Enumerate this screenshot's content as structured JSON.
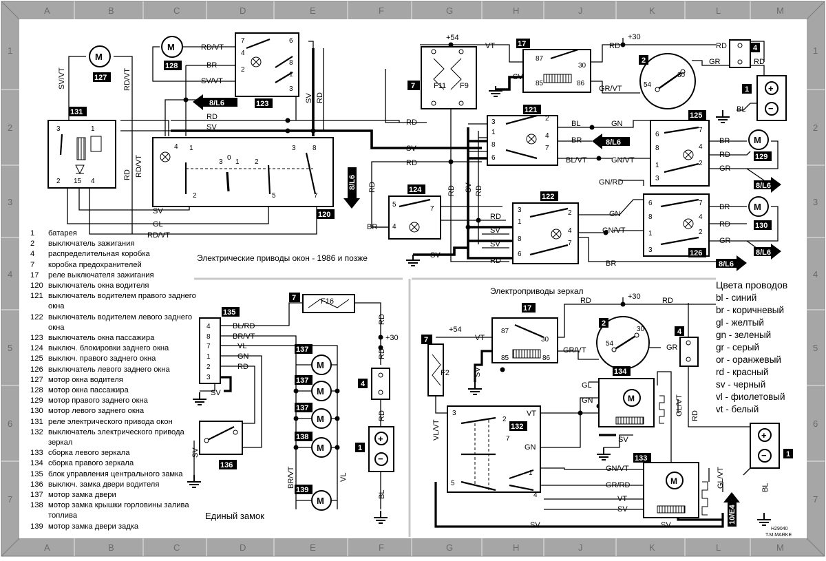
{
  "frame": {
    "columns": [
      "A",
      "B",
      "C",
      "D",
      "E",
      "F",
      "G",
      "H",
      "J",
      "K",
      "L",
      "M"
    ],
    "rows": [
      "1",
      "2",
      "3",
      "4",
      "5",
      "6",
      "7"
    ],
    "frame_color": "#9a9a9a",
    "label_color": "#dcdcdc"
  },
  "captions": {
    "windows": "Электрические приводы окон - 1986 и позже",
    "mirrors": "Электроприводы зеркал",
    "central_lock": "Единый замок",
    "ref_code": "H29040",
    "author": "T.M.MARKE"
  },
  "legend": [
    {
      "num": "1",
      "text": "батарея"
    },
    {
      "num": "2",
      "text": "выключатель зажигания"
    },
    {
      "num": "4",
      "text": "распределительная коробка"
    },
    {
      "num": "7",
      "text": "коробка предохранителей"
    },
    {
      "num": "17",
      "text": "реле выключателя зажигания"
    },
    {
      "num": "120",
      "text": "выключатель окна водителя"
    },
    {
      "num": "121",
      "text": "выключатель водителем правого заднего окна"
    },
    {
      "num": "122",
      "text": "выключатель водителем левого заднего окна"
    },
    {
      "num": "123",
      "text": "выключатель окна пассажира"
    },
    {
      "num": "124",
      "text": "выключ. блокировки заднего окна"
    },
    {
      "num": "125",
      "text": "выключ. правого заднего окна"
    },
    {
      "num": "126",
      "text": "выключатель левого заднего окна"
    },
    {
      "num": "127",
      "text": "мотор окна водителя"
    },
    {
      "num": "128",
      "text": "мотор окна пассажира"
    },
    {
      "num": "129",
      "text": "мотор правого заднего окна"
    },
    {
      "num": "130",
      "text": "мотор левого заднего окна"
    },
    {
      "num": "131",
      "text": "реле электрического привода окон"
    },
    {
      "num": "132",
      "text": "выключатель электрического привода зеркал"
    },
    {
      "num": "133",
      "text": "сборка левого зеркала"
    },
    {
      "num": "134",
      "text": "сборка правого зеркала"
    },
    {
      "num": "135",
      "text": "блок управления центрального замка"
    },
    {
      "num": "136",
      "text": "выключ. замка двери водителя"
    },
    {
      "num": "137",
      "text": "мотор замка двери"
    },
    {
      "num": "138",
      "text": "мотор замка крышки горловины залива топлива"
    },
    {
      "num": "139",
      "text": "мотор замка двери задка"
    }
  ],
  "wire_colors": {
    "heading": "Цвета проводов",
    "items": [
      "bl - синий",
      "br - коричневый",
      "gl - желтый",
      "gn - зеленый",
      "gr - серый",
      "or - оранжевый",
      "rd - красный",
      "sv - черный",
      "vl - фиолетовый",
      "vt - белый"
    ]
  },
  "components": {
    "c1": "1",
    "c2": "2",
    "c4": "4",
    "c7": "7",
    "c17": "17",
    "c120": "120",
    "c121": "121",
    "c122": "122",
    "c123": "123",
    "c124": "124",
    "c125": "125",
    "c126": "126",
    "c127": "127",
    "c128": "128",
    "c129": "129",
    "c130": "130",
    "c131": "131",
    "c132": "132",
    "c133": "133",
    "c134": "134",
    "c135": "135",
    "c136": "136",
    "c137": "137",
    "c138": "138",
    "c139": "139",
    "motor": "M",
    "plus": "+",
    "minus": "−"
  },
  "fuses": {
    "f11": "F11",
    "f9": "F9",
    "f16": "F16",
    "f2": "F2"
  },
  "supplies": {
    "p54": "+54",
    "p30": "+30"
  },
  "refs": {
    "r8L6": "8/L6",
    "r10E4": "10/E4"
  },
  "wires": {
    "rd_vt": "RD/VT",
    "sv_vt": "SV/VT",
    "br": "BR",
    "sv": "SV",
    "rd": "RD",
    "vt": "VT",
    "gr_vt": "GR/VT",
    "gr": "GR",
    "bl": "BL",
    "gn": "GN",
    "bl_vt": "BL/VT",
    "gn_vt": "GN/VT",
    "gn_rd": "GN/RD",
    "gl": "GL",
    "bl_rd": "BL/RD",
    "br_vt": "BR/VT",
    "vl": "VL",
    "vl_vt": "VL/VT",
    "gl_vt": "GL/VT",
    "gr_rd": "GR/RD"
  },
  "pins": {
    "p1": "1",
    "p2": "2",
    "p3": "3",
    "p4": "4",
    "p5": "5",
    "p6": "6",
    "p7": "7",
    "p8": "8",
    "p15": "15",
    "p30": "30",
    "p54": "54",
    "p85": "85",
    "p86": "86",
    "p87": "87",
    "p0": "0"
  }
}
